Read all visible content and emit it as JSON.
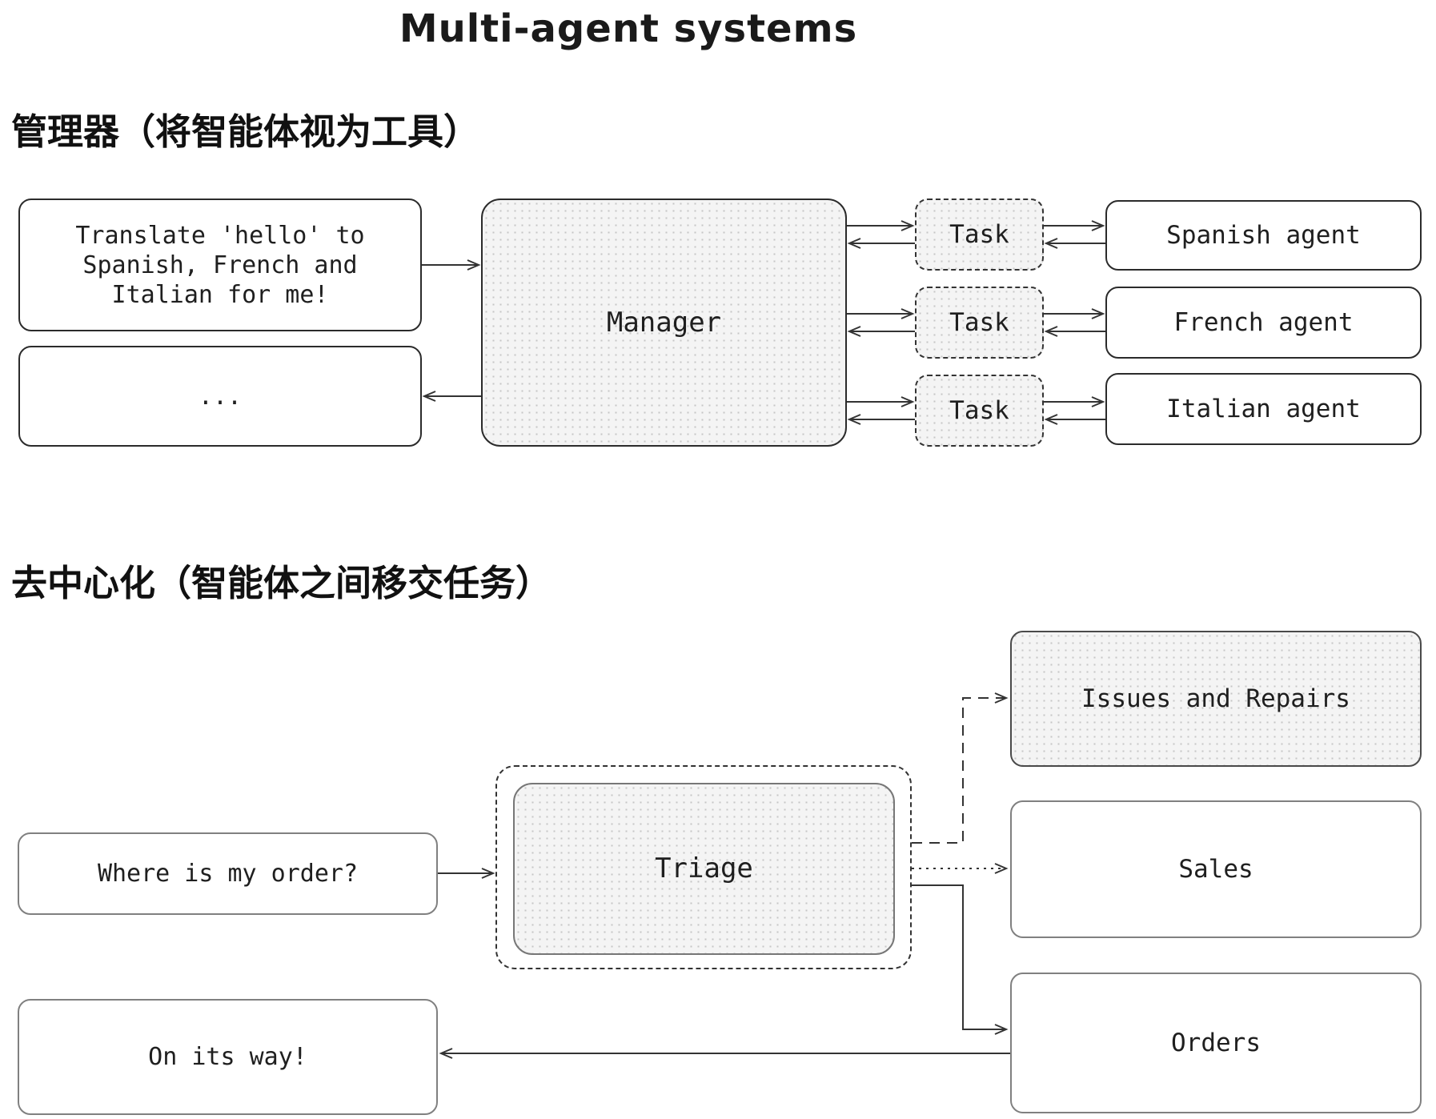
{
  "title": "Multi-agent systems",
  "manager_section": {
    "heading": "管理器（将智能体视为工具）",
    "user_request": "Translate 'hello' to Spanish, French and Italian for me!",
    "user_request_lines": [
      "Translate 'hello' to",
      "Spanish, French and",
      "Italian for me!"
    ],
    "ellipsis_label": "...",
    "manager_label": "Manager",
    "tasks": [
      "Task",
      "Task",
      "Task"
    ],
    "agents": [
      "Spanish agent",
      "French agent",
      "Italian agent"
    ]
  },
  "decentralized_section": {
    "heading": "去中心化（智能体之间移交任务）",
    "user_request": "Where is my order?",
    "triage_label": "Triage",
    "handoff_agents": [
      "Issues and Repairs",
      "Sales",
      "Orders"
    ],
    "reply": "On its way!"
  },
  "colors": {
    "line_stroke": "#333333",
    "dark_border": "#2b2b2b",
    "gray_border": "#808080",
    "stipple_base": "#f4f4f4",
    "stipple_dot": "#c6c6c6",
    "text": "#1f1f1f",
    "background": "#ffffff"
  }
}
